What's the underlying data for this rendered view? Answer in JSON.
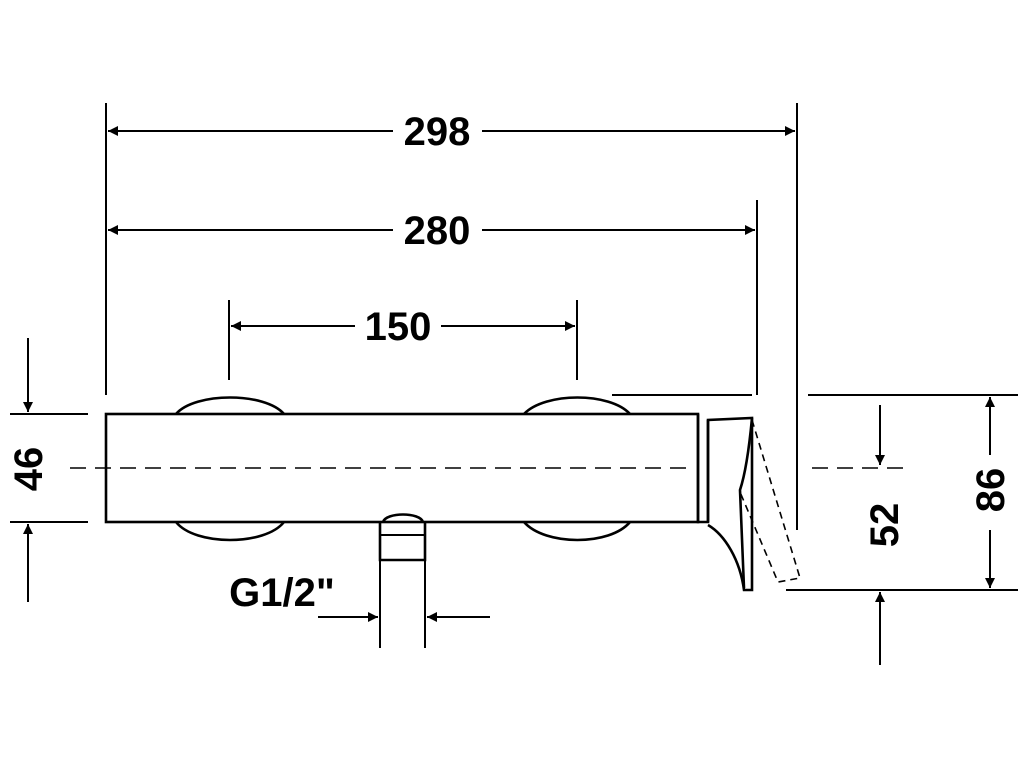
{
  "dimensions": {
    "overall_length": "298",
    "body_length": "280",
    "connection_spacing": "150",
    "body_height": "46",
    "lever_height": "52",
    "total_height": "86",
    "outlet_thread": "G1/2\""
  },
  "colors": {
    "line": "#000000",
    "background": "#ffffff"
  }
}
